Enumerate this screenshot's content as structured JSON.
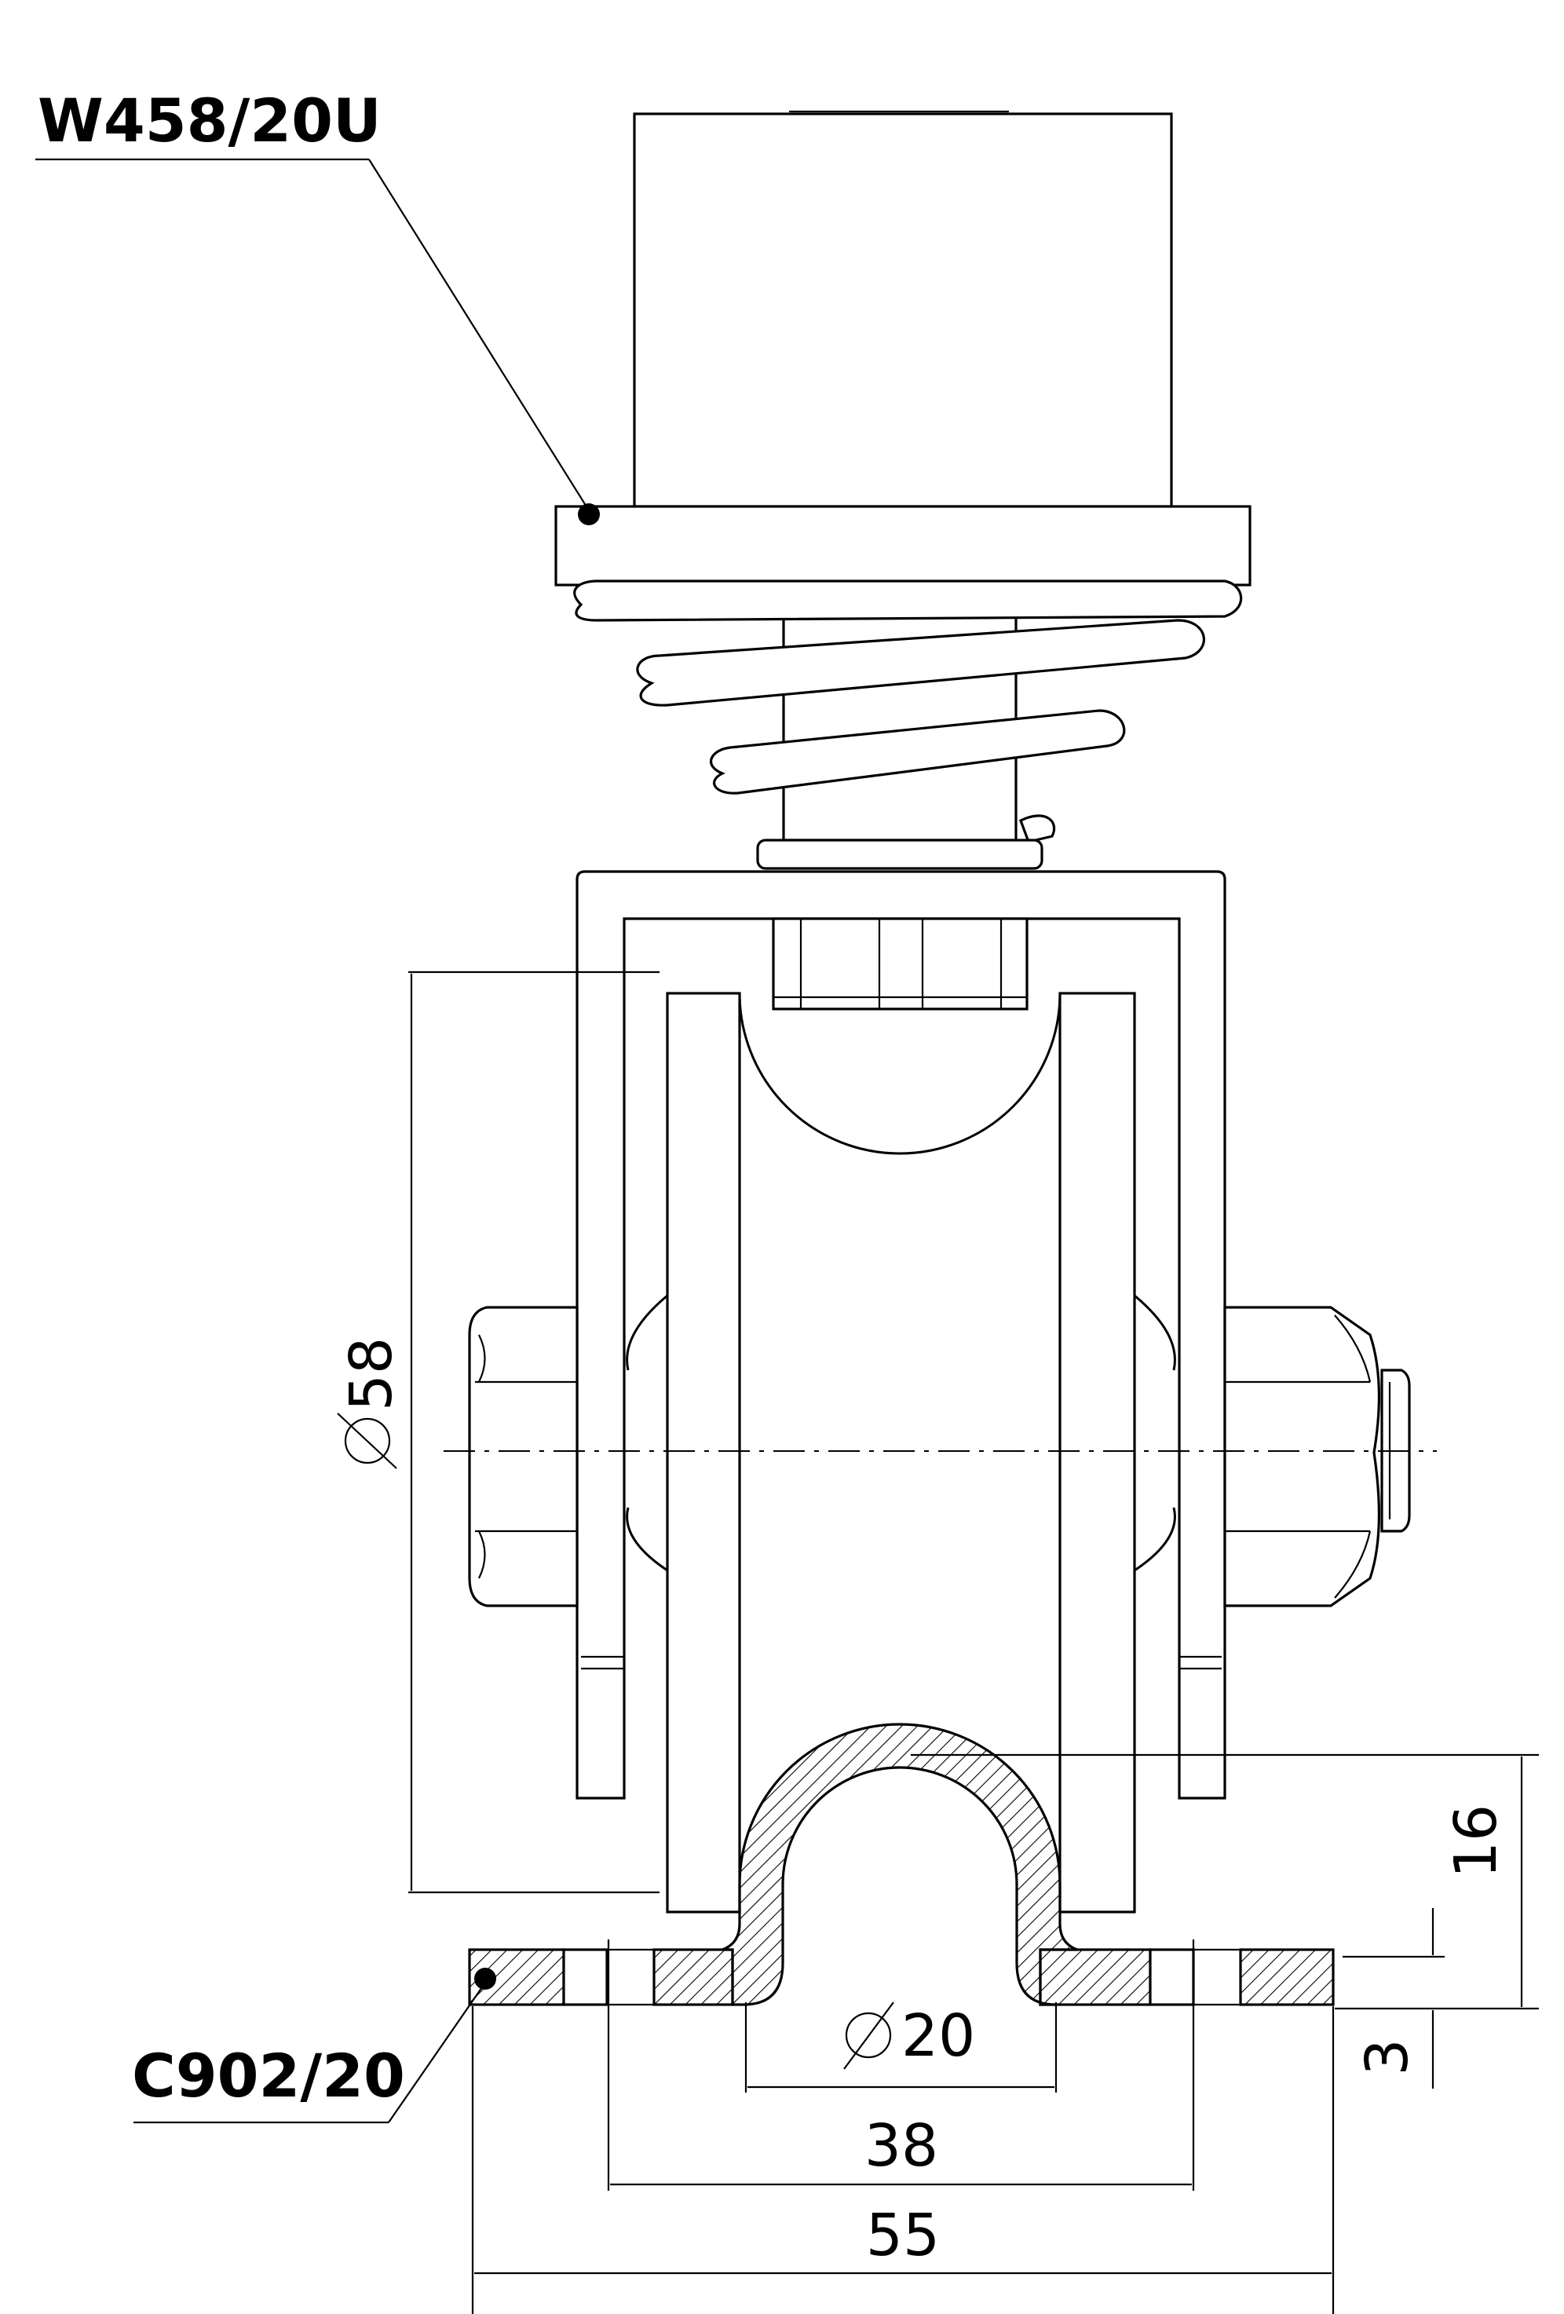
{
  "labels": {
    "top_part": "W458/20U",
    "bottom_part": "C902/20"
  },
  "dimensions": {
    "diameter_wheel": "58",
    "diameter_groove": "20",
    "hole_spacing": "38",
    "base_width": "55",
    "height_top": "16",
    "plate_thickness": "3"
  }
}
